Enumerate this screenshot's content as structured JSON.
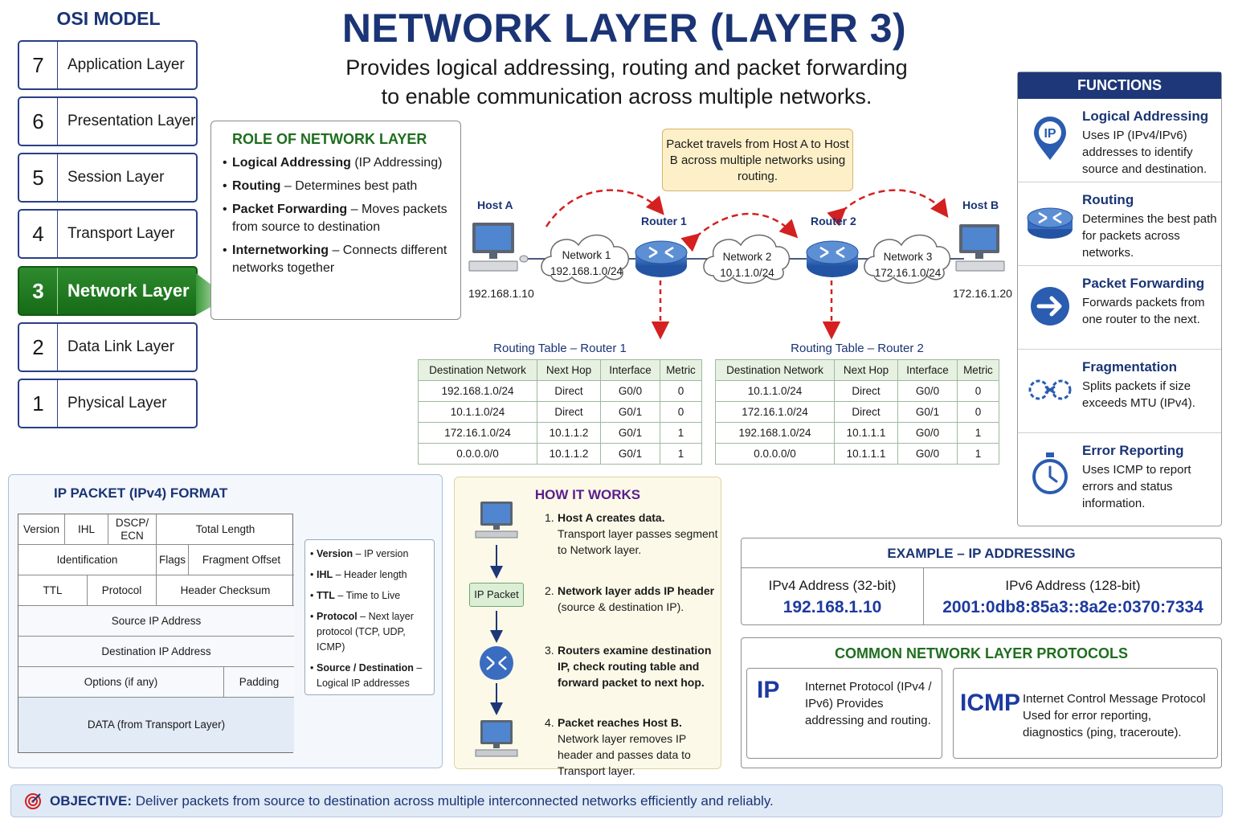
{
  "header": {
    "title": "NETWORK LAYER (LAYER 3)",
    "subtitle_line1": "Provides logical addressing, routing and packet forwarding",
    "subtitle_line2": "to enable communication across multiple networks."
  },
  "osi": {
    "title": "OSI MODEL",
    "layers": [
      {
        "num": "7",
        "label": "Application Layer"
      },
      {
        "num": "6",
        "label": "Presentation Layer"
      },
      {
        "num": "5",
        "label": "Session Layer"
      },
      {
        "num": "4",
        "label": "Transport Layer"
      },
      {
        "num": "3",
        "label": "Network Layer"
      },
      {
        "num": "2",
        "label": "Data Link Layer"
      },
      {
        "num": "1",
        "label": "Physical Layer"
      }
    ],
    "active": "3",
    "active_color": "#1f7a1f"
  },
  "role": {
    "title": "ROLE OF NETWORK LAYER",
    "items": [
      {
        "bold": "Logical Addressing",
        "text": " (IP Addressing)"
      },
      {
        "bold": "Routing",
        "text": " – Determines best path"
      },
      {
        "bold": "Packet Forwarding",
        "text": " – Moves packets from source to destination"
      },
      {
        "bold": "Internetworking",
        "text": " – Connects different networks together"
      }
    ]
  },
  "diagram": {
    "note": "Packet travels from Host A to Host B across multiple networks using routing.",
    "host_a": {
      "label": "Host A",
      "ip": "192.168.1.10"
    },
    "host_b": {
      "label": "Host B",
      "ip": "172.16.1.20"
    },
    "router1": "Router 1",
    "router2": "Router 2",
    "networks": [
      {
        "name": "Network 1",
        "cidr": "192.168.1.0/24"
      },
      {
        "name": "Network 2",
        "cidr": "10.1.1.0/24"
      },
      {
        "name": "Network 3",
        "cidr": "172.16.1.0/24"
      }
    ],
    "arrow_color": "#d42020"
  },
  "routing_tables": [
    {
      "title": "Routing Table – Router 1",
      "headers": [
        "Destination Network",
        "Next Hop",
        "Interface",
        "Metric"
      ],
      "rows": [
        [
          "192.168.1.0/24",
          "Direct",
          "G0/0",
          "0"
        ],
        [
          "10.1.1.0/24",
          "Direct",
          "G0/1",
          "0"
        ],
        [
          "172.16.1.0/24",
          "10.1.1.2",
          "G0/1",
          "1"
        ],
        [
          "0.0.0.0/0",
          "10.1.1.2",
          "G0/1",
          "1"
        ]
      ]
    },
    {
      "title": "Routing Table – Router 2",
      "headers": [
        "Destination Network",
        "Next Hop",
        "Interface",
        "Metric"
      ],
      "rows": [
        [
          "10.1.1.0/24",
          "Direct",
          "G0/0",
          "0"
        ],
        [
          "172.16.1.0/24",
          "Direct",
          "G0/1",
          "0"
        ],
        [
          "192.168.1.0/24",
          "10.1.1.1",
          "G0/0",
          "1"
        ],
        [
          "0.0.0.0/0",
          "10.1.1.1",
          "G0/0",
          "1"
        ]
      ]
    }
  ],
  "functions": {
    "title": "FUNCTIONS",
    "items": [
      {
        "icon": "ip-pin-icon",
        "title": "Logical Addressing",
        "desc": "Uses IP (IPv4/IPv6) addresses to identify source and destination."
      },
      {
        "icon": "router-icon",
        "title": "Routing",
        "desc": "Determines the best path for packets across networks."
      },
      {
        "icon": "arrow-right-icon",
        "title": "Packet Forwarding",
        "desc": "Forwards packets from one router to the next."
      },
      {
        "icon": "fragment-icon",
        "title": "Fragmentation",
        "desc": "Splits packets if size exceeds MTU (IPv4)."
      },
      {
        "icon": "stopwatch-icon",
        "title": "Error Reporting",
        "desc": "Uses ICMP to report errors and status information."
      }
    ],
    "header_color": "#1d3778"
  },
  "ip_packet": {
    "title": "IP PACKET (IPv4) FORMAT",
    "fields": {
      "version": "Version",
      "ihl": "IHL",
      "dscp": "DSCP/\nECN",
      "total_length": "Total Length",
      "identification": "Identification",
      "flags": "Flags",
      "fragment_offset": "Fragment Offset",
      "ttl": "TTL",
      "protocol": "Protocol",
      "header_checksum": "Header Checksum",
      "source_ip": "Source IP Address",
      "dest_ip": "Destination IP Address",
      "options": "Options (if any)",
      "padding": "Padding",
      "data": "DATA (from Transport Layer)"
    },
    "legend": [
      {
        "bold": "Version",
        "text": " – IP version"
      },
      {
        "bold": "IHL",
        "text": " – Header length"
      },
      {
        "bold": "TTL",
        "text": " – Time to Live"
      },
      {
        "bold": "Protocol",
        "text": " – Next layer protocol (TCP, UDP, ICMP)"
      },
      {
        "bold": "Source / Destination",
        "text": " – Logical IP addresses"
      }
    ]
  },
  "how_it_works": {
    "title": "HOW IT WORKS",
    "packet_label": "IP Packet",
    "steps": [
      {
        "num": "1.",
        "bold": "Host A creates data.",
        "text": "Transport layer passes segment to Network layer."
      },
      {
        "num": "2.",
        "bold": "Network layer adds IP header",
        "text": "(source & destination IP)."
      },
      {
        "num": "3.",
        "bold": "Routers examine destination IP, check routing table and forward packet to next hop.",
        "text": ""
      },
      {
        "num": "4.",
        "bold": "Packet reaches Host B.",
        "text": "Network layer removes IP header and passes data to Transport layer."
      }
    ]
  },
  "example": {
    "title": "EXAMPLE – IP ADDRESSING",
    "ipv4_label": "IPv4 Address (32-bit)",
    "ipv4_value": "192.168.1.10",
    "ipv6_label": "IPv6 Address (128-bit)",
    "ipv6_value": "2001:0db8:85a3::8a2e:0370:7334"
  },
  "protocols": {
    "title": "COMMON NETWORK LAYER PROTOCOLS",
    "items": [
      {
        "abbr": "IP",
        "desc": "Internet Protocol (IPv4 / IPv6) Provides addressing and routing."
      },
      {
        "abbr": "ICMP",
        "desc": "Internet Control Message Protocol Used for error reporting, diagnostics (ping, traceroute)."
      }
    ]
  },
  "objective": {
    "label": "OBJECTIVE:",
    "text": " Deliver packets from source to destination across multiple interconnected networks efficiently and reliably."
  }
}
